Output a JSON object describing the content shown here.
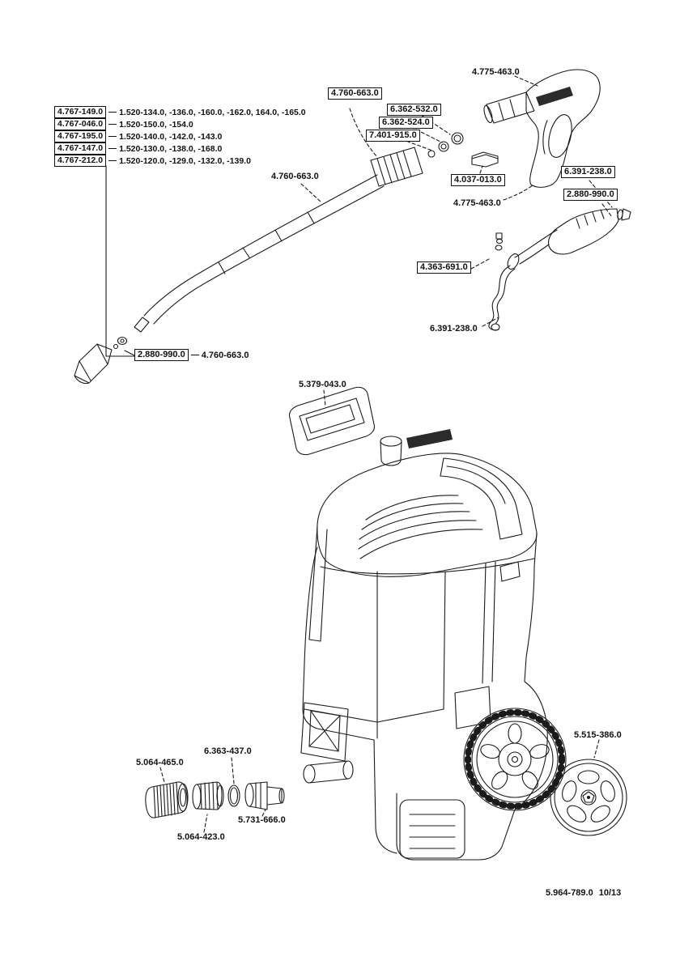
{
  "doc": {
    "type": "spare-parts-exploded-diagram",
    "footer": {
      "doc_number": "5.964-789.0",
      "revision": "10/13"
    }
  },
  "labels": {
    "gun": "4.775-463.0",
    "gun_2": "4.775-463.0",
    "lance_kit": "4.760-663.0",
    "lance": "4.760-663.0",
    "lance_2": "4.760-663.0",
    "washer_kit": "6.362-532.0",
    "oring_kit": "6.362-524.0",
    "nozzle_insert": "7.401-915.0",
    "clip_kit": "4.037-013.0",
    "rotary_jet": "6.391-238.0",
    "rotary_jet_2": "6.391-238.0",
    "jet_tip": "2.880-990.0",
    "jet_tip_2": "2.880-990.0",
    "hose_coupling": "4.363-691.0",
    "tank_lid": "5.379-043.0",
    "coupling_cap": "5.064-465.0",
    "oring_small": "6.363-437.0",
    "adapter": "5.064-423.0",
    "hose_connector": "5.731-666.0",
    "hubcap": "5.515-386.0"
  },
  "variant_list": [
    {
      "part": "4.767-149.0",
      "variants": "1.520-134.0, -136.0, -160.0, -162.0, 164.0, -165.0"
    },
    {
      "part": "4.767-046.0",
      "variants": "1.520-150.0, -154.0"
    },
    {
      "part": "4.767-195.0",
      "variants": "1.520-140.0, -142.0, -143.0"
    },
    {
      "part": "4.767-147.0",
      "variants": "1.520-130.0, -138.0, -168.0"
    },
    {
      "part": "4.767-212.0",
      "variants": "1.520-120.0, -129.0, -132.0, -139.0"
    }
  ]
}
